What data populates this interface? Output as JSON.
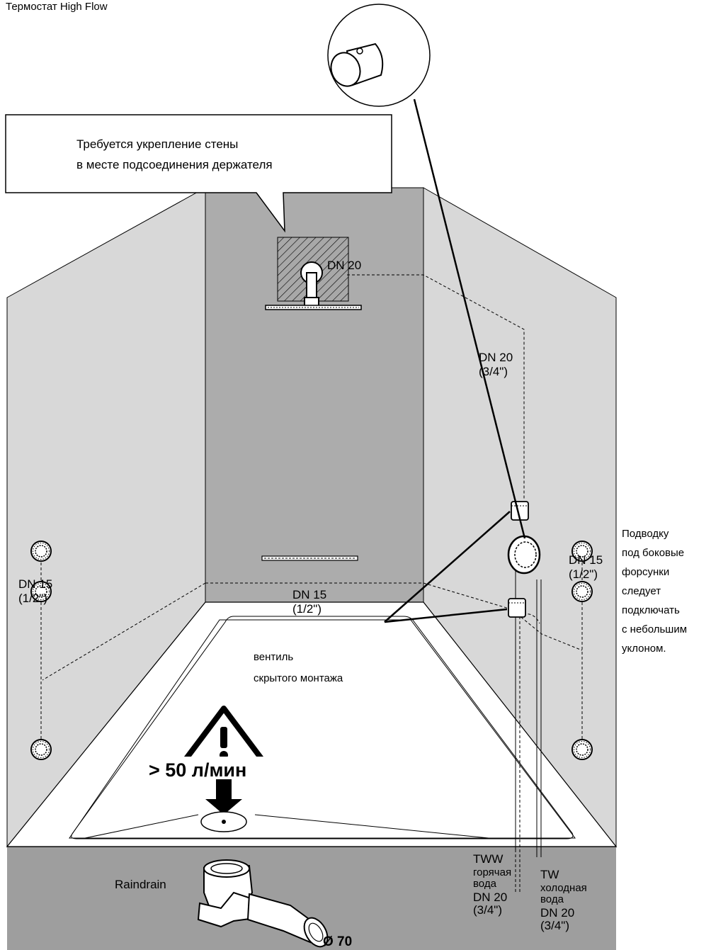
{
  "title": "Термостат High Flow",
  "callout": {
    "line1": "Требуется укрепление стены",
    "line2": "в месте подсоединения держателя"
  },
  "labels": {
    "dn20_top": "DN 20",
    "dn20_right_a": "DN 20",
    "dn20_right_b": "(3/4\")",
    "dn15_left_a": "DN 15",
    "dn15_left_b": "(1/2\")",
    "dn15_center_a": "DN 15",
    "dn15_center_b": "(1/2\")",
    "dn15_right_a": "DN 15",
    "dn15_right_b": "(1/2\")",
    "valve_a": "вентиль",
    "valve_b": "скрытого монтажа",
    "flow": "> 50 л/мин",
    "raindrain": "Raindrain",
    "diameter": "Ø 70",
    "tww_1": "TWW",
    "tww_2": "горячая",
    "tww_3": "вода",
    "tww_4": "DN 20",
    "tww_5": "(3/4\")",
    "tw_1": "TW",
    "tw_2": "холодная",
    "tw_3": "вода",
    "tw_4": "DN 20",
    "tw_5": "(3/4\")"
  },
  "side_note": [
    "Подводку",
    "под боковые",
    "форсунки",
    "следует",
    "подключать",
    "с небольшим",
    "уклоном."
  ],
  "colors": {
    "wall_side": "#d8d8d8",
    "wall_back": "#acacac",
    "floor_band": "#9e9e9e",
    "tray": "#ffffff"
  },
  "icons": [
    "warning-icon",
    "arrow-down-icon",
    "thermostat-icon",
    "shower-head-icon",
    "side-jet-icon",
    "drain-siphon-icon"
  ]
}
